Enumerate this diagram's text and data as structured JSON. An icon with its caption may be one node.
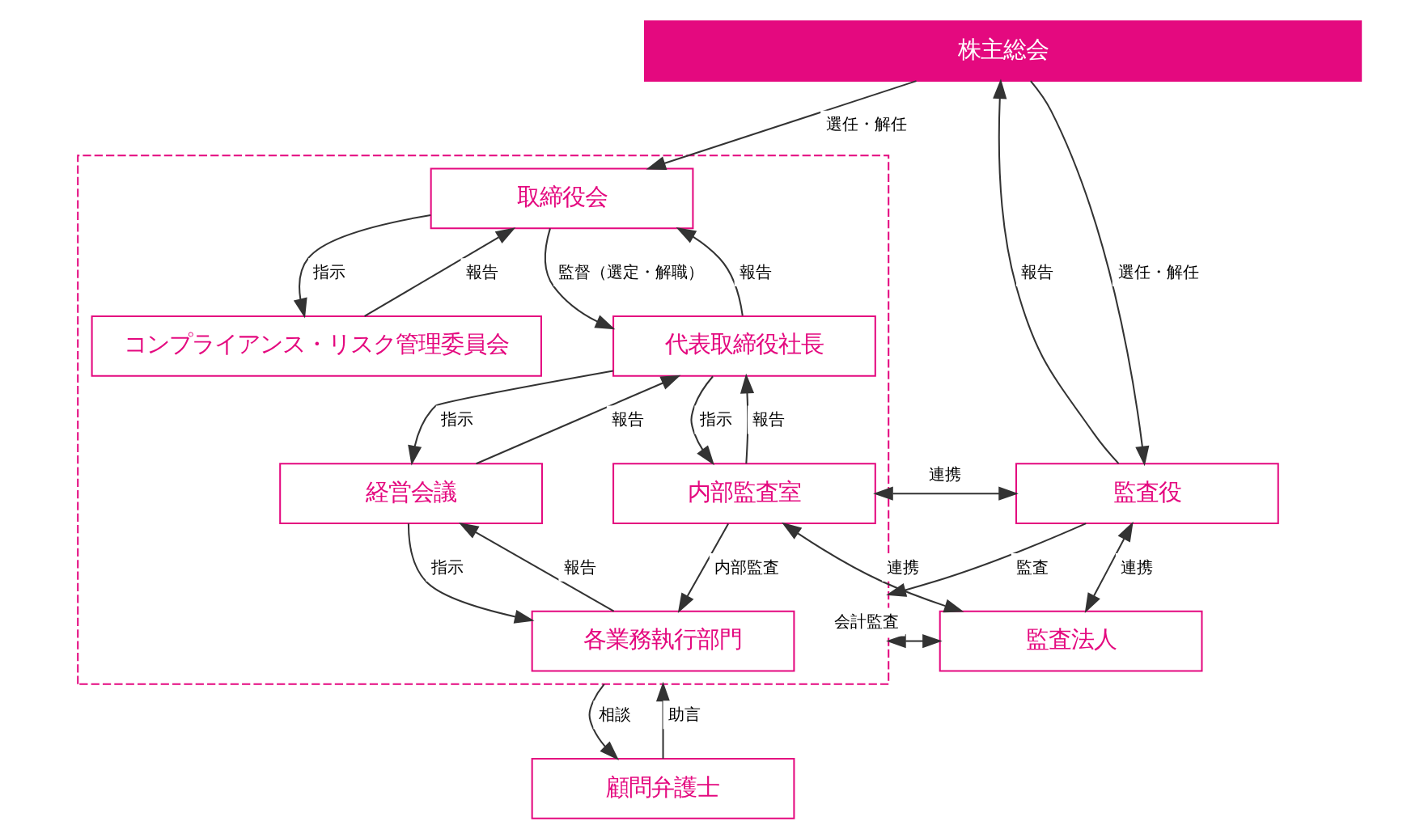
{
  "diagram": {
    "nodes": [
      {
        "text": [
          "株主総会"
        ]
      },
      {
        "text": [],
        "shape": "box"
      },
      {
        "text": [
          "取締役会"
        ],
        "in": 1
      },
      {
        "text": [
          "コンプライアンス・リスク管理委員会"
        ],
        "in": 1
      },
      {
        "text": [
          "監査役"
        ]
      },
      {
        "text": [
          "代表取締役社長"
        ],
        "in": 1
      },
      {
        "text": [
          "内部監査室"
        ],
        "in": 1
      },
      {
        "text": [
          "監査法人"
        ]
      },
      {
        "text": [
          "経営会議"
        ],
        "in": 1
      },
      {
        "text": [
          "各業務執行部門"
        ],
        "in": 1
      },
      {
        "text": [
          "顧問弁護士"
        ]
      }
    ],
    "edges": [
      {
        "from": 0,
        "to": 2,
        "arrow": "to",
        "label": "選任・解任"
      },
      {
        "from": 4,
        "to": 0,
        "arrow": "to",
        "label": "報告"
      },
      {
        "from": 0,
        "to": 4,
        "arrow": "to",
        "label": "選任・解任"
      },
      {
        "from": 2,
        "to": 3,
        "arrow": "to",
        "label": "指示"
      },
      {
        "from": 3,
        "to": 2,
        "arrow": "to",
        "label": "報告"
      },
      {
        "from": 4,
        "to": 1,
        "arrow": "to",
        "label": "監査"
      },
      {
        "from": 2,
        "to": 5,
        "arrow": "to",
        "label": "監督（選定・解職）"
      },
      {
        "from": 5,
        "to": 2,
        "arrow": "to",
        "label": "報告"
      },
      {
        "from": 5,
        "to": 6,
        "arrow": "to",
        "label": "指示"
      },
      {
        "from": 6,
        "to": 5,
        "arrow": "to",
        "label": "報告"
      },
      {
        "from": 6,
        "to": 4,
        "arrow": "both",
        "label": "連携"
      },
      {
        "from": 6,
        "to": 7,
        "arrow": "both",
        "label": "連携"
      },
      {
        "from": 4,
        "to": 7,
        "arrow": "both",
        "label": "連携"
      },
      {
        "from": 7,
        "to": 1,
        "arrow": "both",
        "label": "会計監査"
      },
      {
        "from": 5,
        "to": 8,
        "arrow": "to",
        "label": "指示"
      },
      {
        "from": 8,
        "to": 5,
        "arrow": "to",
        "label": "報告"
      },
      {
        "from": 8,
        "to": 9,
        "arrow": "to",
        "label": "指示"
      },
      {
        "from": 9,
        "to": 8,
        "arrow": "to",
        "label": "報告"
      },
      {
        "from": 6,
        "to": 9,
        "arrow": "to",
        "label": "内部監査"
      },
      {
        "from": 1,
        "to": 10,
        "arrow": "to",
        "label": "相談"
      },
      {
        "from": 10,
        "to": 1,
        "arrow": "to",
        "label": "助言"
      }
    ]
  }
}
